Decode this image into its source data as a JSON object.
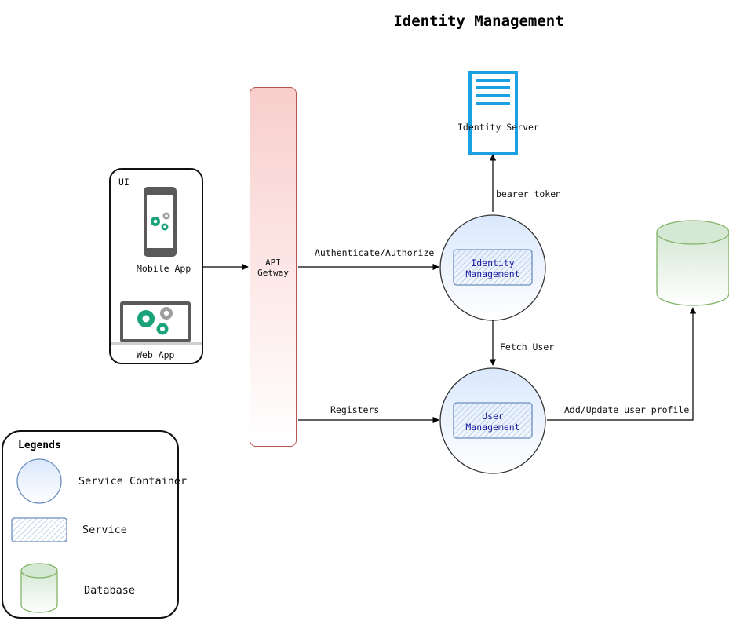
{
  "title": "Identity Management",
  "ui": {
    "label": "UI",
    "mobile_app": "Mobile App",
    "web_app": "Web App"
  },
  "gateway": {
    "line1": "API",
    "line2": "Getway"
  },
  "identity_server": {
    "label": "Identity Server"
  },
  "identity_service": {
    "line1": "Identity",
    "line2": "Management"
  },
  "user_service": {
    "line1": "User",
    "line2": "Management"
  },
  "edges": {
    "authenticate": "Authenticate/Authorize",
    "registers": "Registers",
    "bearer_token": "bearer token",
    "fetch_user": "Fetch User",
    "add_update": "Add/Update user profile"
  },
  "legend": {
    "title": "Legends",
    "service_container": "Service Container",
    "service": "Service",
    "database": "Database"
  },
  "colors": {
    "container_fill": "#dae8fc",
    "container_stroke": "#6c8ebf",
    "database_fill": "#d5e8d4",
    "database_stroke": "#82b366",
    "gateway_fill": "#f8cecc",
    "gateway_stroke": "#b85450",
    "server_blue": "#1ba1e2",
    "gear_green": "#1aa37a",
    "gear_gray": "#9e9e9e"
  }
}
